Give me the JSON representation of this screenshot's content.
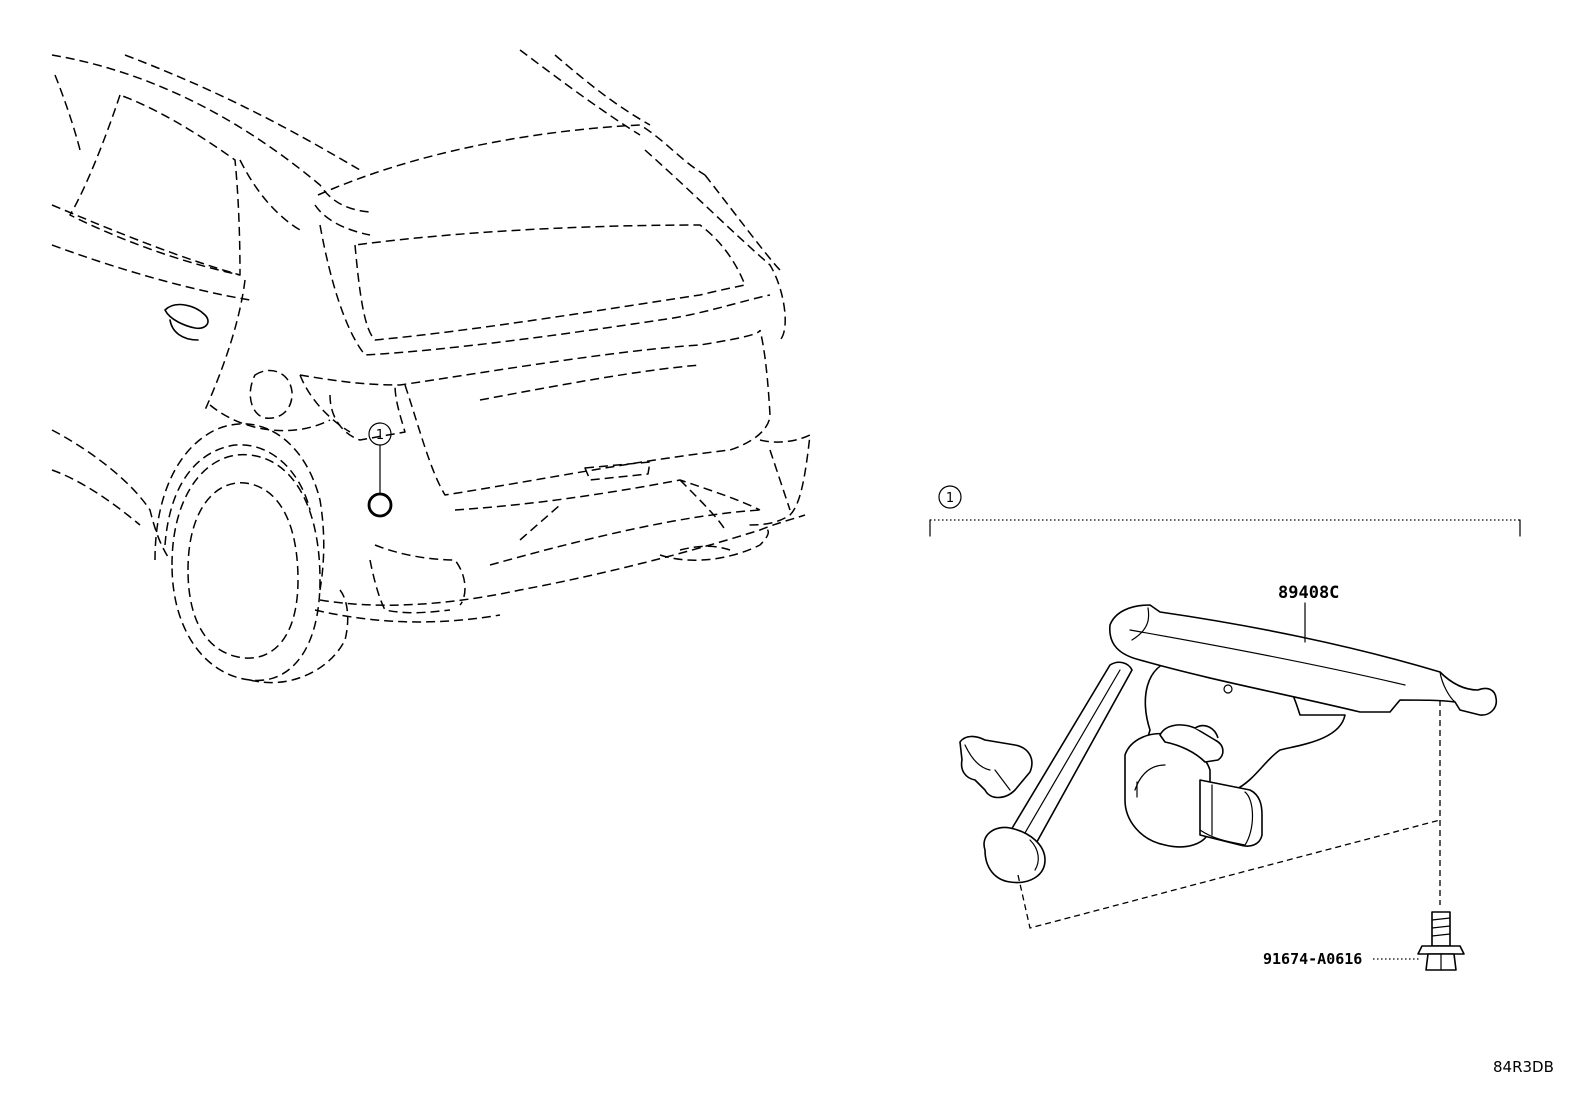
{
  "callouts": {
    "vehicle_marker": "1",
    "group_marker": "1"
  },
  "parts": {
    "sensor_assembly": "89408C",
    "bolt": "91674-A0616"
  },
  "illustration_code": "84R3DB"
}
